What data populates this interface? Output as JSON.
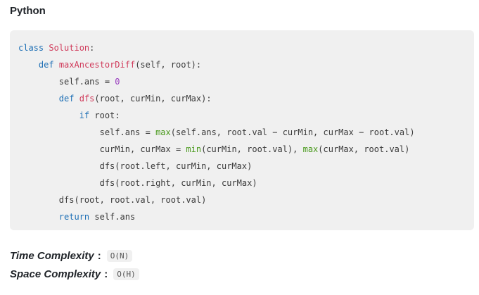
{
  "language_heading": "Python",
  "code": {
    "line1": {
      "kw": "class",
      "name": "Solution",
      "rest": ":"
    },
    "line2": {
      "kw": "def",
      "name": "maxAncestorDiff",
      "rest": "(self, root):"
    },
    "line3": {
      "lhs": "self.ans = ",
      "num": "0"
    },
    "line4": {
      "kw": "def",
      "name": "dfs",
      "rest": "(root, curMin, curMax):"
    },
    "line5": {
      "kw": "if",
      "rest": " root:"
    },
    "line6": {
      "lhs": "self.ans = ",
      "fn": "max",
      "rest": "(self.ans, root.val − curMin, curMax − root.val)"
    },
    "line7": {
      "lhs": "curMin, curMax = ",
      "fn1": "min",
      "mid": "(curMin, root.val), ",
      "fn2": "max",
      "rest": "(curMax, root.val)"
    },
    "line8": {
      "text": "dfs(root.left, curMin, curMax)"
    },
    "line9": {
      "text": "dfs(root.right, curMin, curMax)"
    },
    "line10": {
      "text": "dfs(root, root.val, root.val)"
    },
    "line11": {
      "kw": "return",
      "rest": " self.ans"
    }
  },
  "complexity": {
    "time_label": "Time Complexity",
    "time_value": "O(N)",
    "space_label": "Space Complexity",
    "space_value": "O(H)",
    "separator": ":"
  }
}
